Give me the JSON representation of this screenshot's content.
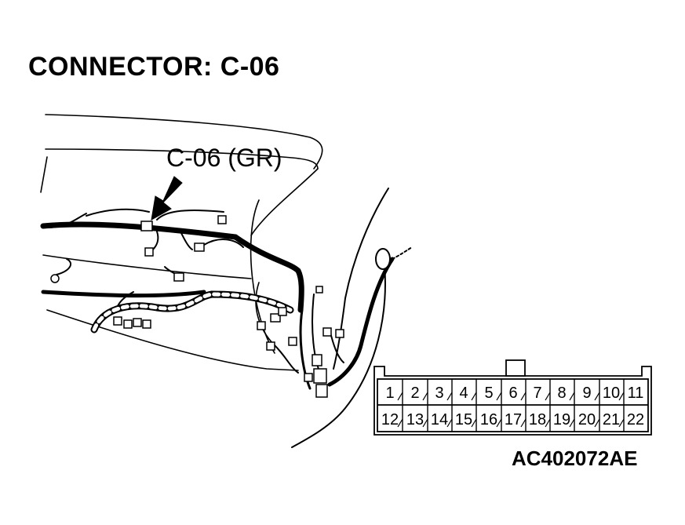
{
  "title": "CONNECTOR: C-06",
  "callout_label": "C-06 (GR)",
  "figure_id": "AC402072AE",
  "connector": {
    "top_row_pins": [
      "1",
      "2",
      "3",
      "4",
      "5",
      "6",
      "7",
      "8",
      "9",
      "10",
      "11"
    ],
    "bottom_row_pins": [
      "12",
      "13",
      "14",
      "15",
      "16",
      "17",
      "18",
      "19",
      "20",
      "21",
      "22"
    ]
  }
}
